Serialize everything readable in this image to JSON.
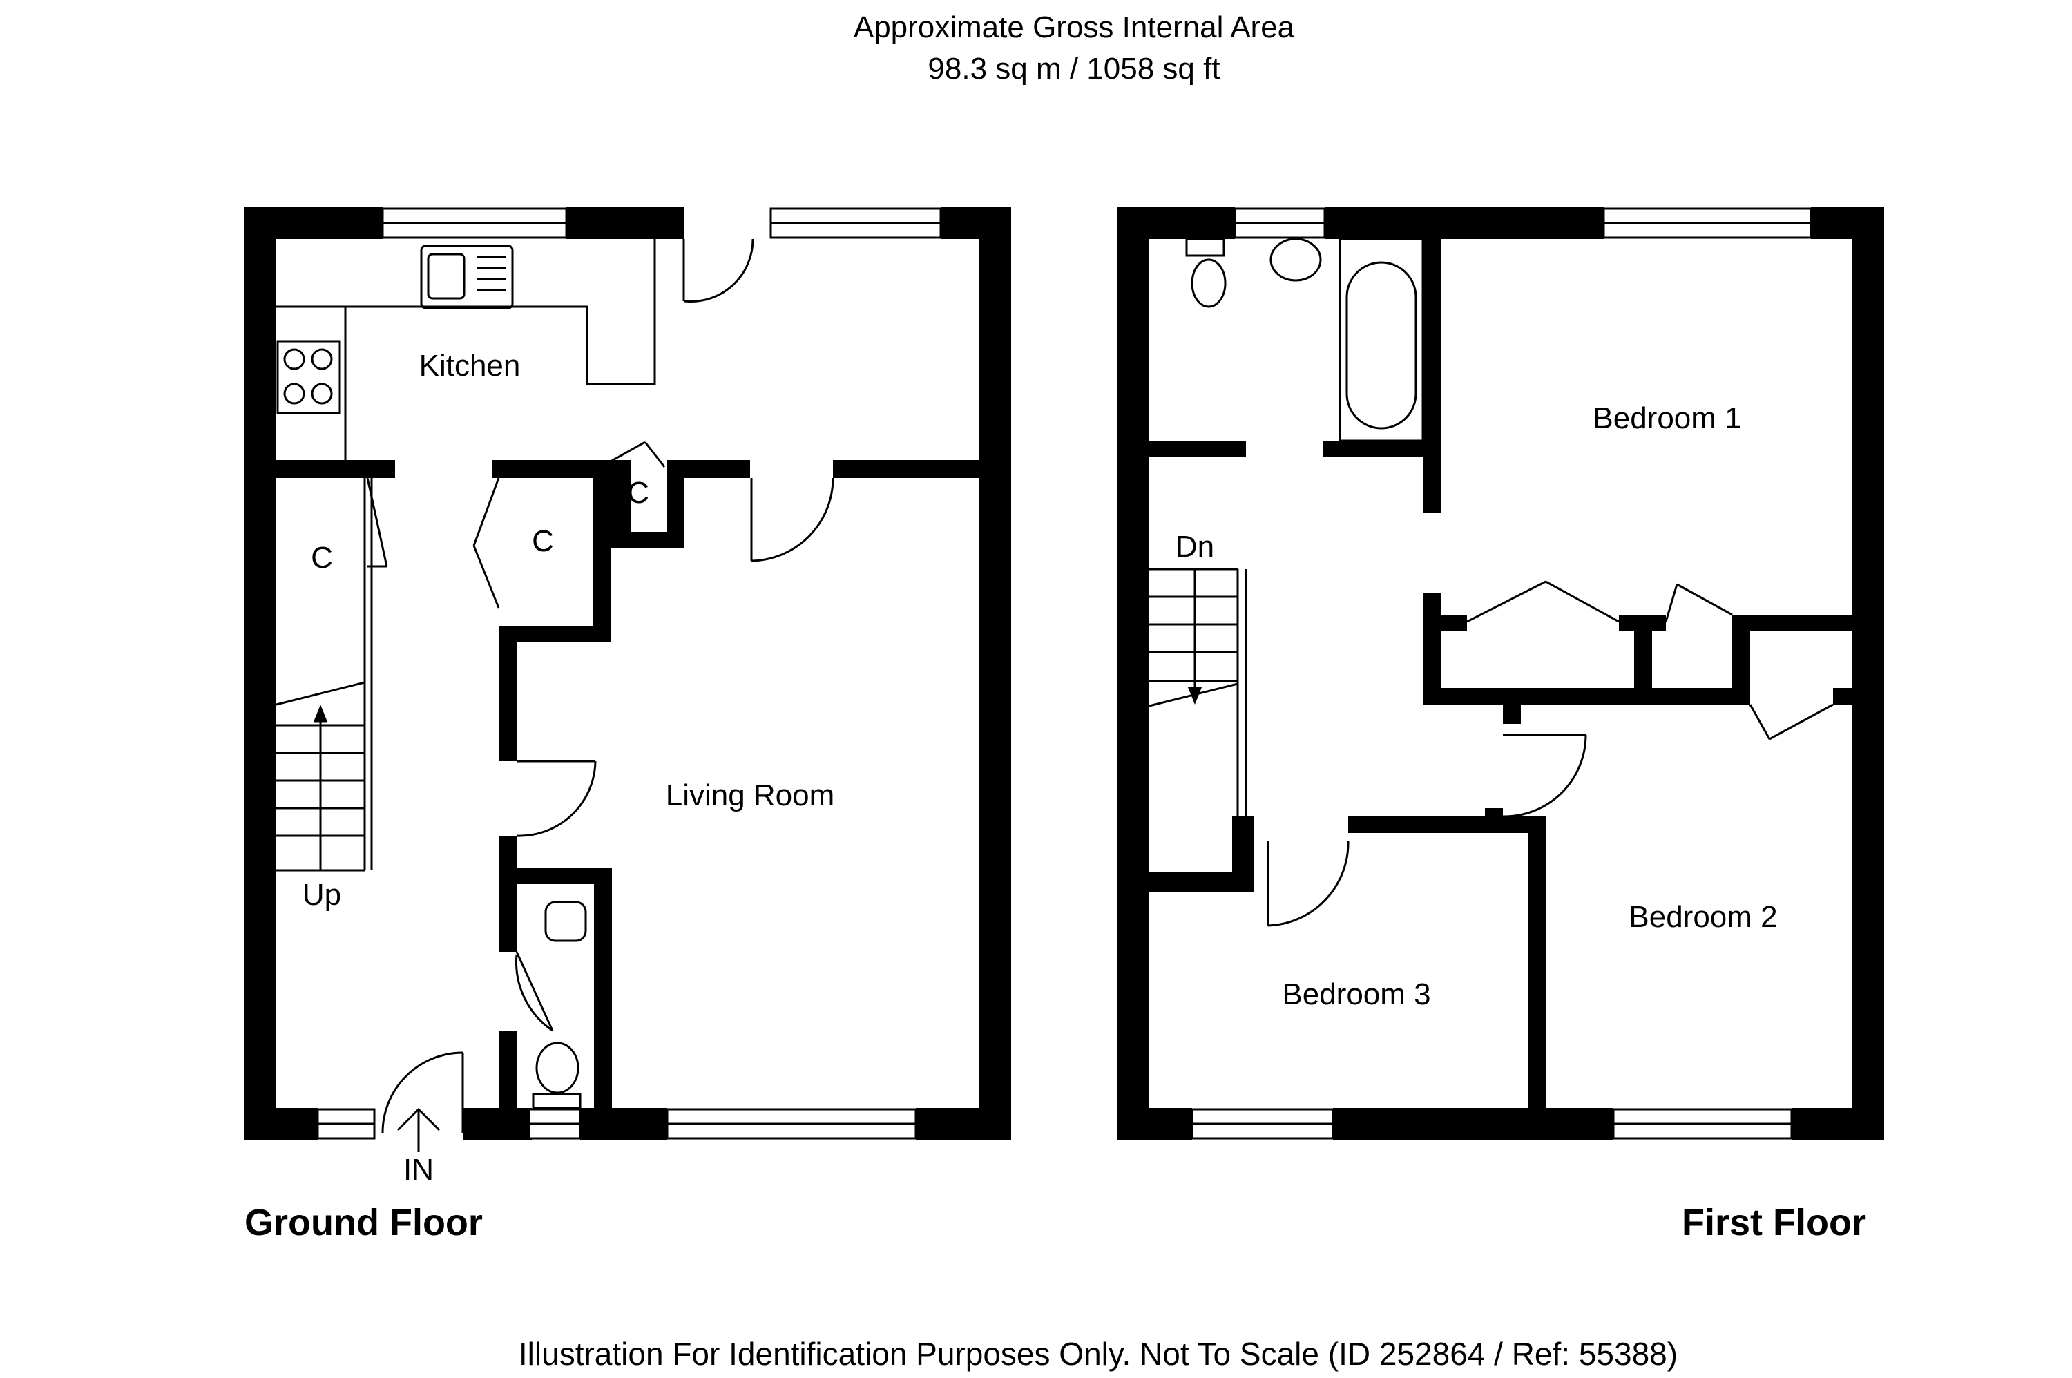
{
  "header": {
    "line1": "Approximate Gross Internal Area",
    "line2": "98.3 sq m / 1058 sq ft"
  },
  "ground_floor": {
    "title": "Ground Floor",
    "rooms": {
      "kitchen": "Kitchen",
      "living_room": "Living Room",
      "cupboard_a": "C",
      "cupboard_b": "C",
      "cupboard_c": "C",
      "stairs_up": "Up",
      "entrance": "IN"
    }
  },
  "first_floor": {
    "title": "First Floor",
    "rooms": {
      "bedroom_1": "Bedroom 1",
      "bedroom_2": "Bedroom 2",
      "bedroom_3": "Bedroom 3",
      "stairs_down": "Dn"
    }
  },
  "footer": {
    "disclaimer": "Illustration For Identification Purposes Only. Not To Scale (ID 252864 / Ref: 55388)"
  }
}
